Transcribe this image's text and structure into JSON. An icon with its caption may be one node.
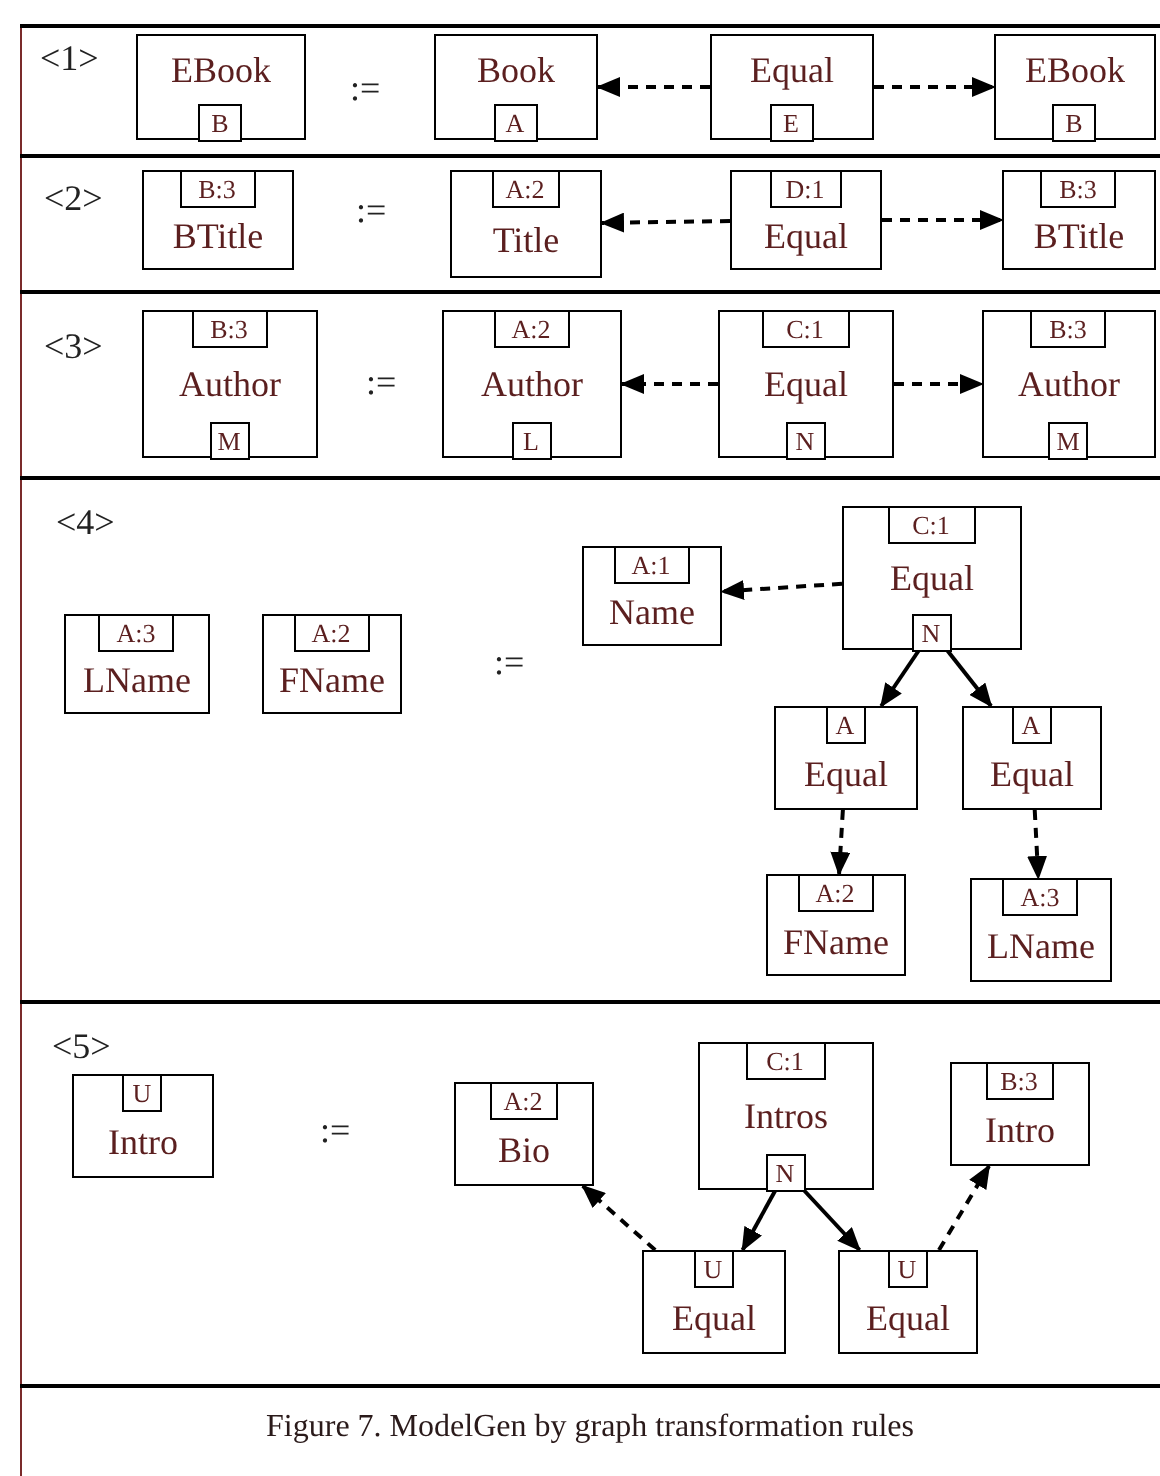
{
  "diagram": {
    "caption": "Figure 7. ModelGen by graph transformation rules",
    "nodes": [
      {
        "text": [
          "EBook"
        ]
      },
      {
        "text": [
          "B"
        ],
        "in": 0
      },
      {
        "text": [
          "Book"
        ]
      },
      {
        "text": [
          "A"
        ],
        "in": 2
      },
      {
        "text": [
          "Equal"
        ]
      },
      {
        "text": [
          "E"
        ],
        "in": 4
      },
      {
        "text": [
          "EBook"
        ]
      },
      {
        "text": [
          "B"
        ],
        "in": 6
      },
      {
        "text": [
          "BTitle"
        ]
      },
      {
        "text": [
          "B:3"
        ],
        "in": 8
      },
      {
        "text": [
          "Title"
        ]
      },
      {
        "text": [
          "A:2"
        ],
        "in": 10
      },
      {
        "text": [
          "Equal"
        ]
      },
      {
        "text": [
          "D:1"
        ],
        "in": 12
      },
      {
        "text": [
          "BTitle"
        ]
      },
      {
        "text": [
          "B:3"
        ],
        "in": 14
      },
      {
        "text": [
          "Author"
        ]
      },
      {
        "text": [
          "B:3"
        ],
        "in": 16
      },
      {
        "text": [
          "M"
        ],
        "in": 16
      },
      {
        "text": [
          "Author"
        ]
      },
      {
        "text": [
          "A:2"
        ],
        "in": 19
      },
      {
        "text": [
          "L"
        ],
        "in": 19
      },
      {
        "text": [
          "Equal"
        ]
      },
      {
        "text": [
          "C:1"
        ],
        "in": 22
      },
      {
        "text": [
          "N"
        ],
        "in": 22
      },
      {
        "text": [
          "Author"
        ]
      },
      {
        "text": [
          "B:3"
        ],
        "in": 25
      },
      {
        "text": [
          "M"
        ],
        "in": 25
      },
      {
        "text": [
          "LName"
        ]
      },
      {
        "text": [
          "A:3"
        ],
        "in": 28
      },
      {
        "text": [
          "FName"
        ]
      },
      {
        "text": [
          "A:2"
        ],
        "in": 30
      },
      {
        "text": [
          "Name"
        ]
      },
      {
        "text": [
          "A:1"
        ],
        "in": 32
      },
      {
        "text": [
          "Equal"
        ]
      },
      {
        "text": [
          "C:1"
        ],
        "in": 34
      },
      {
        "text": [
          "N"
        ],
        "in": 34
      },
      {
        "text": [
          "Equal"
        ]
      },
      {
        "text": [
          "A"
        ],
        "in": 37
      },
      {
        "text": [
          "Equal"
        ]
      },
      {
        "text": [
          "A"
        ],
        "in": 39
      },
      {
        "text": [
          "FName"
        ]
      },
      {
        "text": [
          "A:2"
        ],
        "in": 41
      },
      {
        "text": [
          "LName"
        ]
      },
      {
        "text": [
          "A:3"
        ],
        "in": 43
      },
      {
        "text": [
          "Intro"
        ]
      },
      {
        "text": [
          "U"
        ],
        "in": 45
      },
      {
        "text": [
          "Bio"
        ]
      },
      {
        "text": [
          "A:2"
        ],
        "in": 47
      },
      {
        "text": [
          "Intros"
        ]
      },
      {
        "text": [
          "C:1"
        ],
        "in": 49
      },
      {
        "text": [
          "N"
        ],
        "in": 49
      },
      {
        "text": [
          "Intro"
        ]
      },
      {
        "text": [
          "B:3"
        ],
        "in": 52
      },
      {
        "text": [
          "Equal"
        ]
      },
      {
        "text": [
          "U"
        ],
        "in": 54
      },
      {
        "text": [
          "Equal"
        ]
      },
      {
        "text": [
          "U"
        ],
        "in": 56
      }
    ],
    "edges": [
      {
        "from": 4,
        "to": 2,
        "arrow": "to",
        "style": "dashed"
      },
      {
        "from": 4,
        "to": 6,
        "arrow": "to",
        "style": "dashed"
      },
      {
        "from": 12,
        "to": 10,
        "arrow": "to",
        "style": "dashed"
      },
      {
        "from": 12,
        "to": 14,
        "arrow": "to",
        "style": "dashed"
      },
      {
        "from": 22,
        "to": 19,
        "arrow": "to",
        "style": "dashed"
      },
      {
        "from": 22,
        "to": 25,
        "arrow": "to",
        "style": "dashed"
      },
      {
        "from": 34,
        "to": 32,
        "arrow": "to",
        "style": "dashed"
      },
      {
        "from": 36,
        "to": 37,
        "arrow": "to"
      },
      {
        "from": 36,
        "to": 39,
        "arrow": "to"
      },
      {
        "from": 37,
        "to": 41,
        "arrow": "to",
        "style": "dashed"
      },
      {
        "from": 39,
        "to": 43,
        "arrow": "to",
        "style": "dashed"
      },
      {
        "from": 51,
        "to": 54,
        "arrow": "to"
      },
      {
        "from": 51,
        "to": 56,
        "arrow": "to"
      },
      {
        "from": 54,
        "to": 47,
        "arrow": "to",
        "style": "dashed"
      },
      {
        "from": 56,
        "to": 52,
        "arrow": "to",
        "style": "dashed"
      }
    ],
    "labels": [
      "<1>",
      ":=",
      "<2>",
      ":=",
      "<3>",
      ":=",
      "<4>",
      ":=",
      "<5>",
      ":="
    ]
  }
}
